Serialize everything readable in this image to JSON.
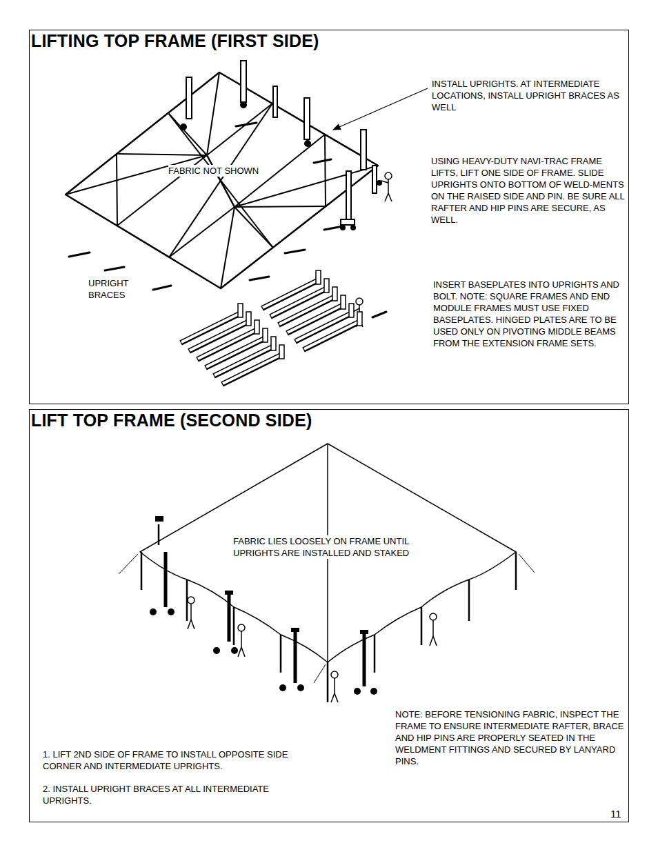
{
  "diagram": {
    "nodes": [
      {
        "text": [
          "LIFTING TOP FRAME (FIRST SIDE)"
        ]
      },
      {
        "text": [
          "LIFT TOP FRAME (SECOND SIDE)"
        ]
      }
    ],
    "labels": [
      "INSTALL UPRIGHTS. AT INTERMEDIATE LOCATIONS, INSTALL UPRIGHT BRACES AS WELL",
      "FABRIC NOT SHOWN",
      "USING HEAVY-DUTY NAVI-TRAC FRAME LIFTS, LIFT ONE SIDE OF FRAME. SLIDE UPRIGHTS ONTO BOTTOM OF WELD-MENTS ON THE RAISED SIDE AND PIN. BE SURE ALL RAFTER AND HIP PINS ARE SECURE, AS WELL.",
      "UPRIGHT BRACES",
      "INSERT BASEPLATES INTO UPRIGHTS AND BOLT. NOTE: SQUARE FRAMES AND END MODULE FRAMES MUST USE FIXED BASEPLATES. HINGED PLATES ARE TO BE USED ONLY ON PIVOTING MIDDLE BEAMS FROM THE EXTENSION FRAME SETS.",
      "FABRIC LIES LOOSELY ON FRAME UNTIL UPRIGHTS ARE INSTALLED AND STAKED",
      "NOTE: BEFORE TENSIONING FABRIC, INSPECT THE FRAME TO ENSURE INTERMEDIATE RAFTER, BRACE AND HIP PINS ARE PROPERLY SEATED IN THE WELDMENT FITTINGS AND SECURED BY LANYARD PINS.",
      "1. LIFT 2ND SIDE OF FRAME TO INSTALL OPPOSITE SIDE CORNER AND INTERMEDIATE UPRIGHTS.",
      "2. INSTALL UPRIGHT BRACES AT ALL INTERMEDIATE UPRIGHTS.",
      "11"
    ]
  }
}
